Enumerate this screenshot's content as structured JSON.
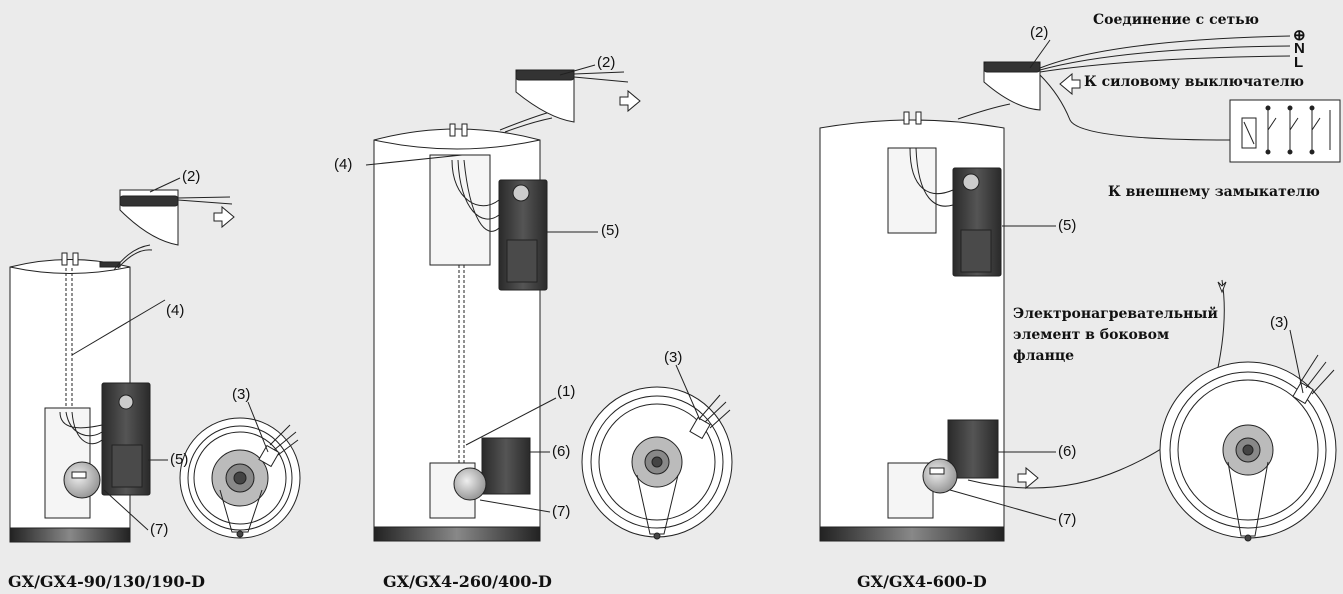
{
  "labels": {
    "p1": "(1)",
    "p2": "(2)",
    "p3": "(3)",
    "p4": "(4)",
    "p5": "(5)",
    "p6": "(6)",
    "p7": "(7)"
  },
  "models": {
    "small": "GX/GX4-90/130/190-D",
    "medium": "GX/GX4-260/400-D",
    "large": "GX/GX4-600-D"
  },
  "notes": {
    "mains": "Соединение с сетью",
    "power_switch": "К силовому выключателю",
    "external_contactor": "К внешнему замыкателю",
    "side_flange_line1": "Электронагревательный",
    "side_flange_line2": "элемент в боковом",
    "side_flange_line3": "фланце"
  },
  "terminals": {
    "earth": "⊕",
    "neutral": "N",
    "live": "L"
  },
  "colors": {
    "background": "#ebebeb",
    "tank_fill": "#ffffff",
    "stroke": "#222222",
    "panel": "#3a3a3a",
    "base": "#444444"
  }
}
